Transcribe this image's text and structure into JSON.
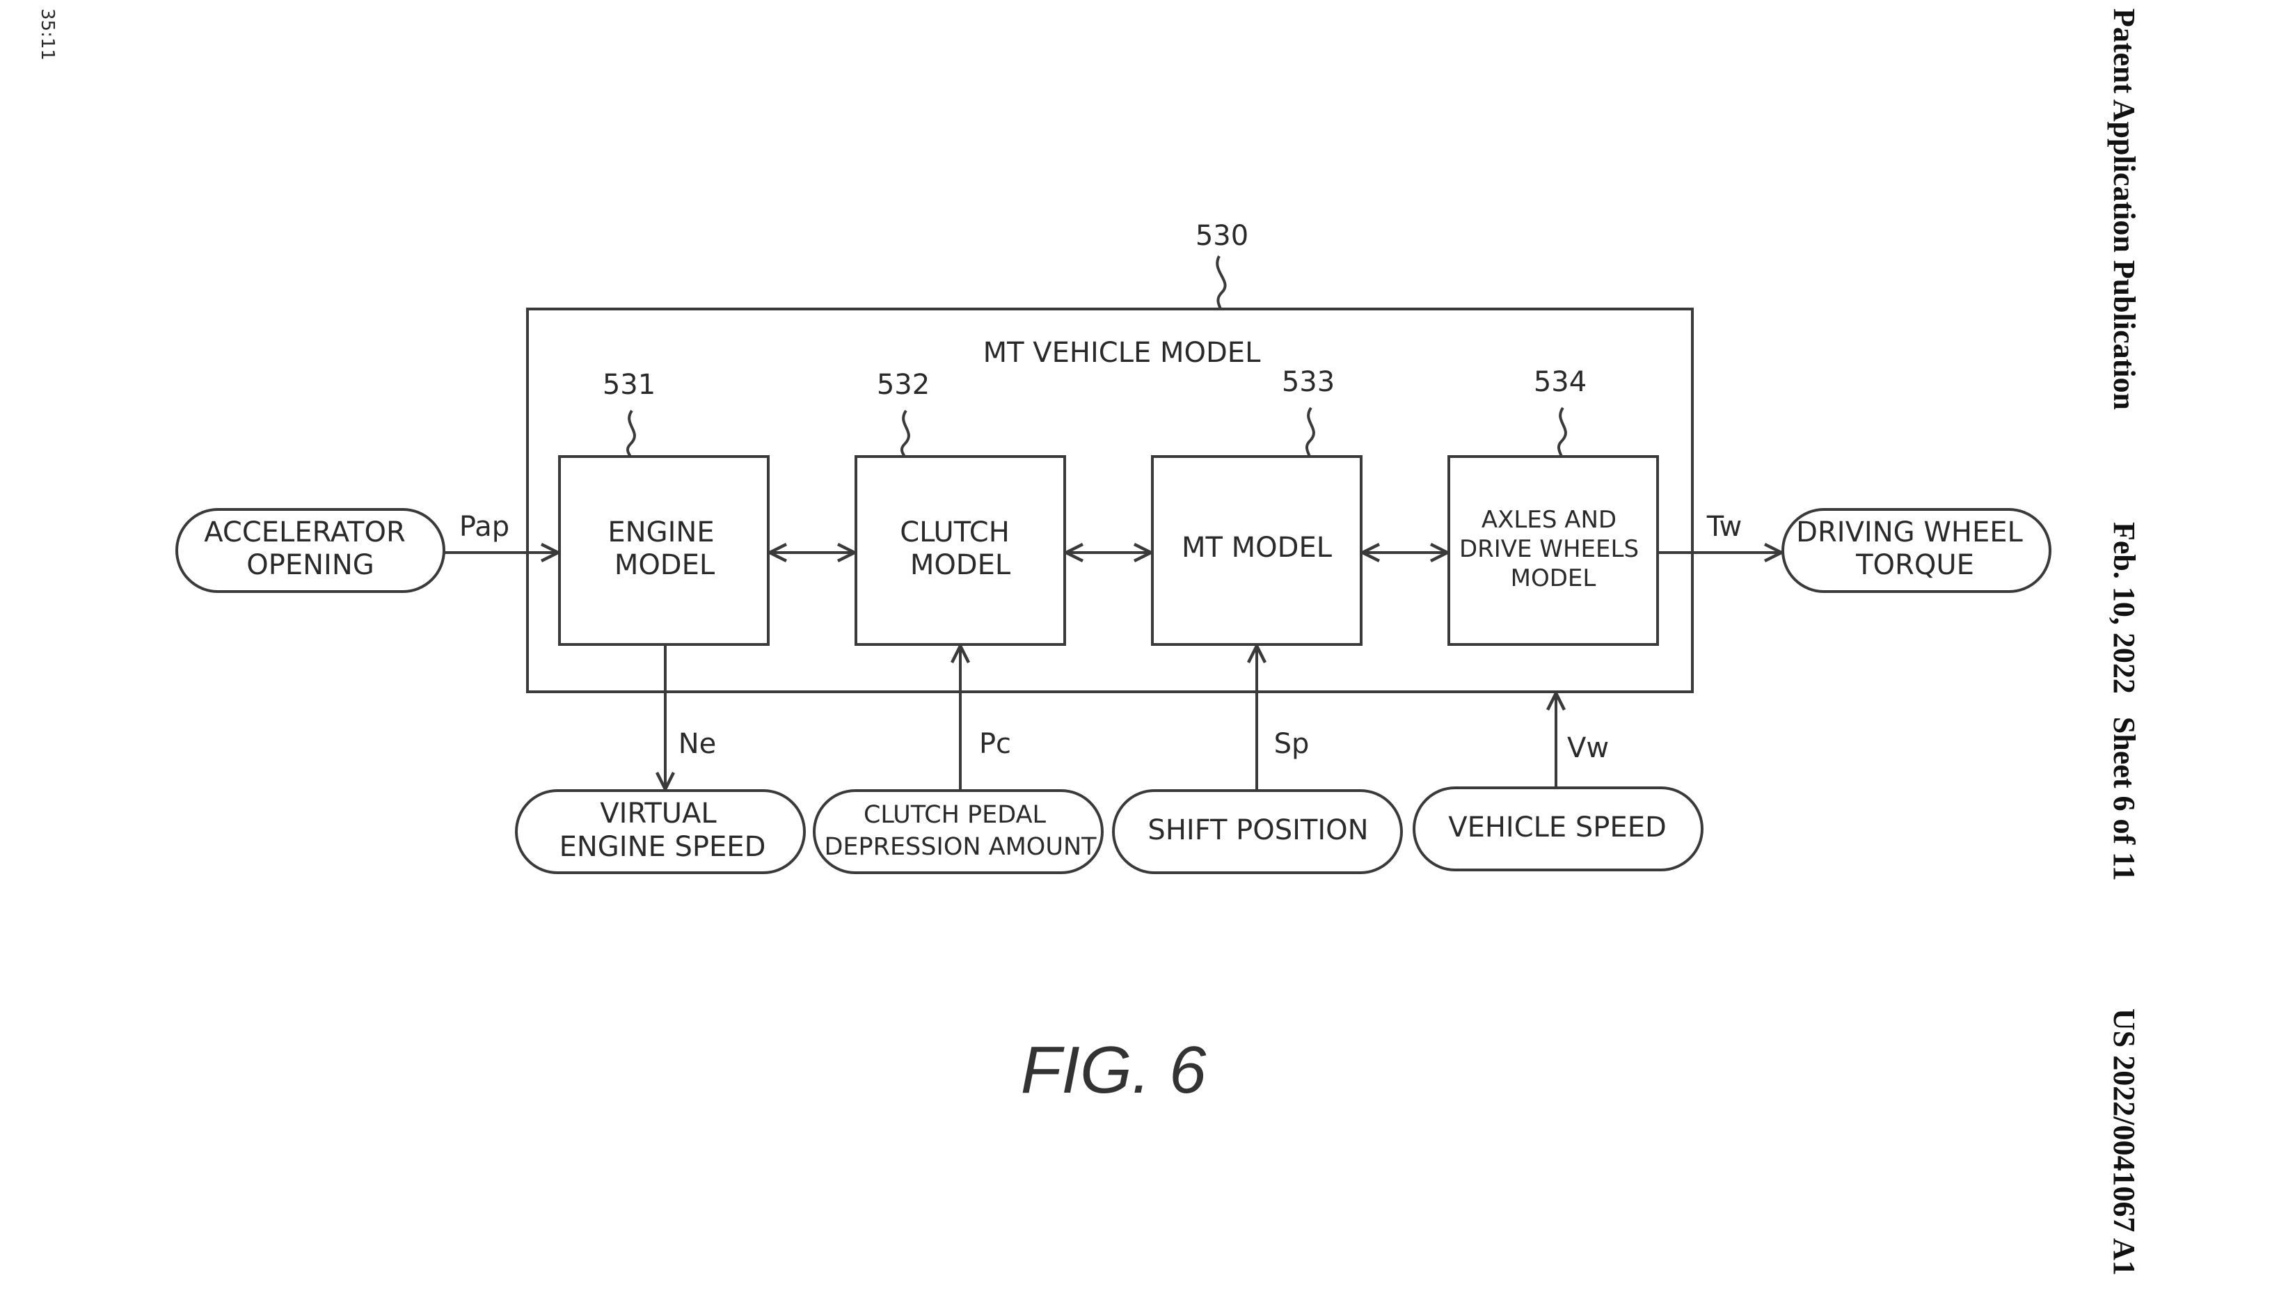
{
  "side_stamp": "35:11",
  "header": {
    "publication": "Patent Application Publication",
    "date_sheet": "Feb. 10, 2022   Sheet 6 of 11",
    "number": "US 2022/0041067 A1"
  },
  "figure_label": "FIG. 6",
  "vehicle_model": {
    "ref": "530",
    "title": "MT VEHICLE MODEL"
  },
  "blocks": [
    {
      "ref": "531",
      "lines": [
        "ENGINE",
        "MODEL"
      ]
    },
    {
      "ref": "532",
      "lines": [
        "CLUTCH",
        "MODEL"
      ]
    },
    {
      "ref": "533",
      "lines": [
        "MT MODEL"
      ]
    },
    {
      "ref": "534",
      "lines": [
        "AXLES AND",
        "DRIVE WHEELS",
        "MODEL"
      ]
    }
  ],
  "terminals": {
    "accelerator": [
      "ACCELERATOR",
      "OPENING"
    ],
    "driving_wheel_torque": [
      "DRIVING WHEEL",
      "TORQUE"
    ],
    "virtual_engine_speed": [
      "VIRTUAL",
      "ENGINE SPEED"
    ],
    "clutch_pedal": [
      "CLUTCH PEDAL",
      "DEPRESSION AMOUNT"
    ],
    "shift_position": [
      "SHIFT POSITION"
    ],
    "vehicle_speed": [
      "VEHICLE SPEED"
    ]
  },
  "signals": {
    "pap": "Pap",
    "tw": "Tw",
    "ne": "Ne",
    "pc": "Pc",
    "sp": "Sp",
    "vw": "Vw"
  }
}
